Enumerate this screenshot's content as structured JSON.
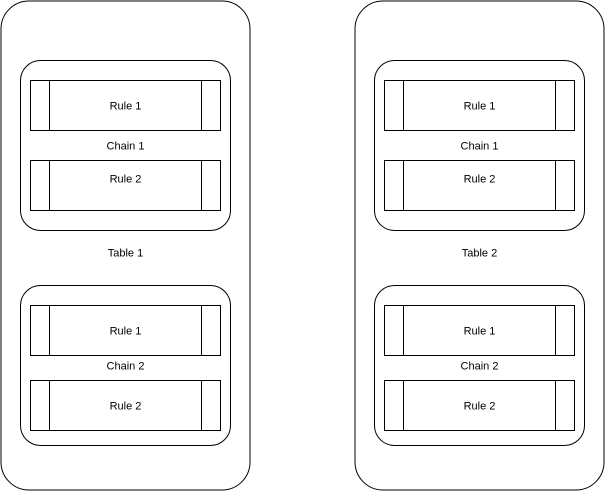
{
  "tables": [
    {
      "label": "Table 1",
      "chains": [
        {
          "label": "Chain 1",
          "rules": [
            "Rule 1",
            "Rule 2"
          ]
        },
        {
          "label": "Chain 2",
          "rules": [
            "Rule 1",
            "Rule 2"
          ]
        }
      ]
    },
    {
      "label": "Table 2",
      "chains": [
        {
          "label": "Chain 1",
          "rules": [
            "Rule 1",
            "Rule 2"
          ]
        },
        {
          "label": "Chain 2",
          "rules": [
            "Rule 1",
            "Rule 2"
          ]
        }
      ]
    }
  ],
  "colors": {
    "stroke": "#000000",
    "background": "#ffffff"
  }
}
